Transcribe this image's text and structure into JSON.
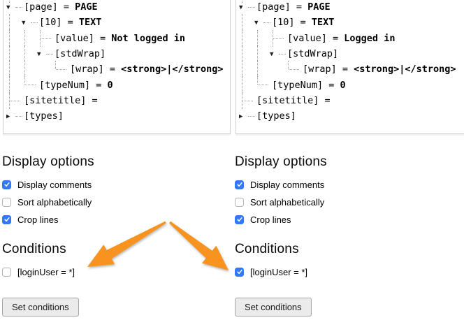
{
  "colors": {
    "arrow_orange": "#F7931E",
    "checkbox_blue": "#3478F6",
    "panel_border": "#cfcfcf",
    "tree_line_gray": "#999999"
  },
  "trees": [
    {
      "side": "left",
      "rows": [
        {
          "level": 0,
          "guides": [],
          "connector": "tri-open",
          "top_stub": true,
          "label": "[page]",
          "eq": true,
          "value": "PAGE"
        },
        {
          "level": 1,
          "guides": [
            true
          ],
          "connector": "tri-open",
          "label": "[10]",
          "eq": true,
          "value": "TEXT"
        },
        {
          "level": 2,
          "guides": [
            true,
            true
          ],
          "connector": "tee",
          "label": "[value]",
          "eq": true,
          "value": "Not logged in"
        },
        {
          "level": 2,
          "guides": [
            true,
            true
          ],
          "connector": "tri-open",
          "label": "[stdWrap]",
          "eq": false,
          "value": ""
        },
        {
          "level": 3,
          "guides": [
            true,
            true,
            false
          ],
          "connector": "elbow",
          "label": "[wrap]",
          "eq": true,
          "value": "<strong>|</strong>"
        },
        {
          "level": 1,
          "guides": [
            true
          ],
          "connector": "elbow",
          "label": "[typeNum]",
          "eq": true,
          "value": "0"
        },
        {
          "level": 0,
          "guides": [],
          "connector": "tee",
          "label": "[sitetitle]",
          "eq": true,
          "value": ""
        },
        {
          "level": 0,
          "guides": [],
          "connector": "tri-closed",
          "label": "[types]",
          "eq": false,
          "value": ""
        }
      ]
    },
    {
      "side": "right",
      "rows": [
        {
          "level": 0,
          "guides": [],
          "connector": "tri-open",
          "top_stub": true,
          "label": "[page]",
          "eq": true,
          "value": "PAGE"
        },
        {
          "level": 1,
          "guides": [
            true
          ],
          "connector": "tri-open",
          "label": "[10]",
          "eq": true,
          "value": "TEXT"
        },
        {
          "level": 2,
          "guides": [
            true,
            true
          ],
          "connector": "tee",
          "label": "[value]",
          "eq": true,
          "value": "Logged in"
        },
        {
          "level": 2,
          "guides": [
            true,
            true
          ],
          "connector": "tri-open",
          "label": "[stdWrap]",
          "eq": false,
          "value": ""
        },
        {
          "level": 3,
          "guides": [
            true,
            true,
            false
          ],
          "connector": "elbow",
          "label": "[wrap]",
          "eq": true,
          "value": "<strong>|</strong>"
        },
        {
          "level": 1,
          "guides": [
            true
          ],
          "connector": "elbow",
          "label": "[typeNum]",
          "eq": true,
          "value": "0"
        },
        {
          "level": 0,
          "guides": [],
          "connector": "tee",
          "label": "[sitetitle]",
          "eq": true,
          "value": ""
        },
        {
          "level": 0,
          "guides": [],
          "connector": "tri-closed",
          "label": "[types]",
          "eq": false,
          "value": ""
        }
      ]
    }
  ],
  "columns": [
    {
      "display": {
        "heading": "Display options",
        "options": [
          {
            "label": "Display comments",
            "checked": true
          },
          {
            "label": "Sort alphabetically",
            "checked": false
          },
          {
            "label": "Crop lines",
            "checked": true
          }
        ]
      },
      "conditions": {
        "heading": "Conditions",
        "condition": {
          "label": "[loginUser = *]",
          "checked": false
        },
        "button_label": "Set conditions"
      }
    },
    {
      "display": {
        "heading": "Display options",
        "options": [
          {
            "label": "Display comments",
            "checked": true
          },
          {
            "label": "Sort alphabetically",
            "checked": false
          },
          {
            "label": "Crop lines",
            "checked": true
          }
        ]
      },
      "conditions": {
        "heading": "Conditions",
        "condition": {
          "label": "[loginUser = *]",
          "checked": true
        },
        "button_label": "Set conditions"
      }
    }
  ]
}
